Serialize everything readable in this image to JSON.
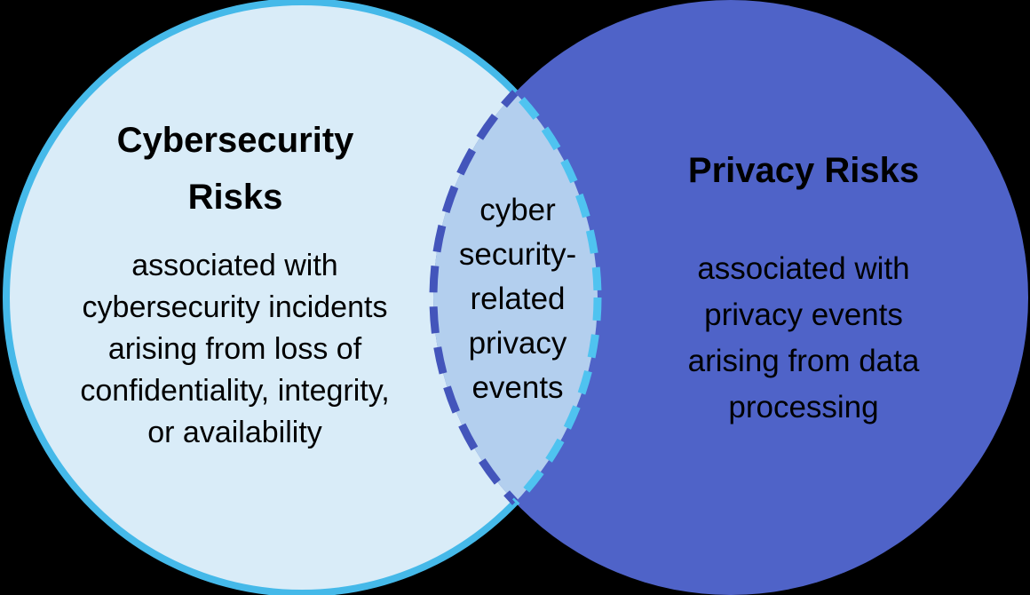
{
  "diagram": {
    "type": "venn",
    "background_color": "#000000",
    "text_color": "#000000",
    "left_circle": {
      "title": "Cybersecurity Risks",
      "title_lines": [
        "Cybersecurity",
        "Risks"
      ],
      "body_lines": [
        "associated with",
        "cybersecurity incidents",
        "arising from loss of",
        "confidentiality, integrity,",
        "or availability"
      ],
      "fill_color": "#d9ecf8",
      "border_color": "#45b9e9"
    },
    "overlap": {
      "label": "cyber security-related privacy events",
      "label_lines": [
        "cyber",
        "security-",
        "related",
        "privacy",
        "events"
      ],
      "fill_color": "#b3cfee",
      "dashed_border_color": "#4fc3f0"
    },
    "right_circle": {
      "title": "Privacy Risks",
      "body_lines": [
        "associated with",
        "privacy events",
        "arising from data",
        "processing"
      ],
      "fill_color": "#4f63c8",
      "dashed_border_color": "#4355bb"
    }
  }
}
